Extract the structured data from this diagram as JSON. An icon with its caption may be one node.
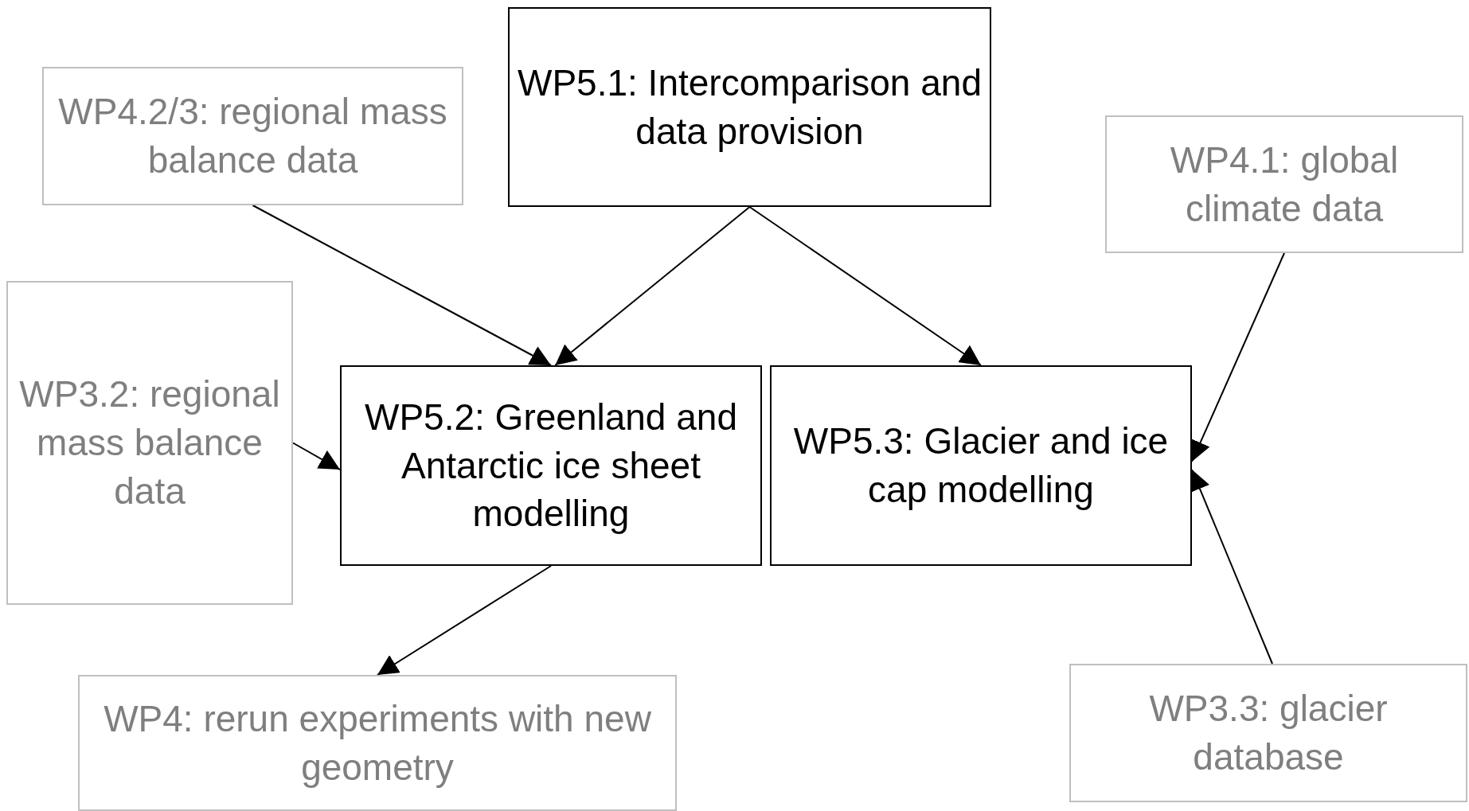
{
  "diagram": {
    "nodes": [
      {
        "text": [
          "WP5.1: Intercomparison and data provision"
        ]
      },
      {
        "text": [
          "WP4.2/3: regional mass balance data"
        ]
      },
      {
        "text": [
          "WP4.1: global climate data"
        ]
      },
      {
        "text": [
          "WP3.2: regional mass balance data"
        ]
      },
      {
        "text": [
          "WP5.2: Greenland and Antarctic ice sheet modelling"
        ]
      },
      {
        "text": [
          "WP5.3: Glacier and ice cap modelling"
        ]
      },
      {
        "text": [
          "WP4: rerun experiments with new geometry"
        ]
      },
      {
        "text": [
          "WP3.3: glacier database"
        ]
      }
    ],
    "edges": [
      {
        "from": 1,
        "to": 4,
        "arrow": "to"
      },
      {
        "from": 0,
        "to": 4,
        "arrow": "to"
      },
      {
        "from": 0,
        "to": 5,
        "arrow": "to"
      },
      {
        "from": 2,
        "to": 5,
        "arrow": "to"
      },
      {
        "from": 3,
        "to": 4,
        "arrow": "to"
      },
      {
        "from": 4,
        "to": 6,
        "arrow": "to"
      },
      {
        "from": 7,
        "to": 5,
        "arrow": "to"
      }
    ]
  }
}
